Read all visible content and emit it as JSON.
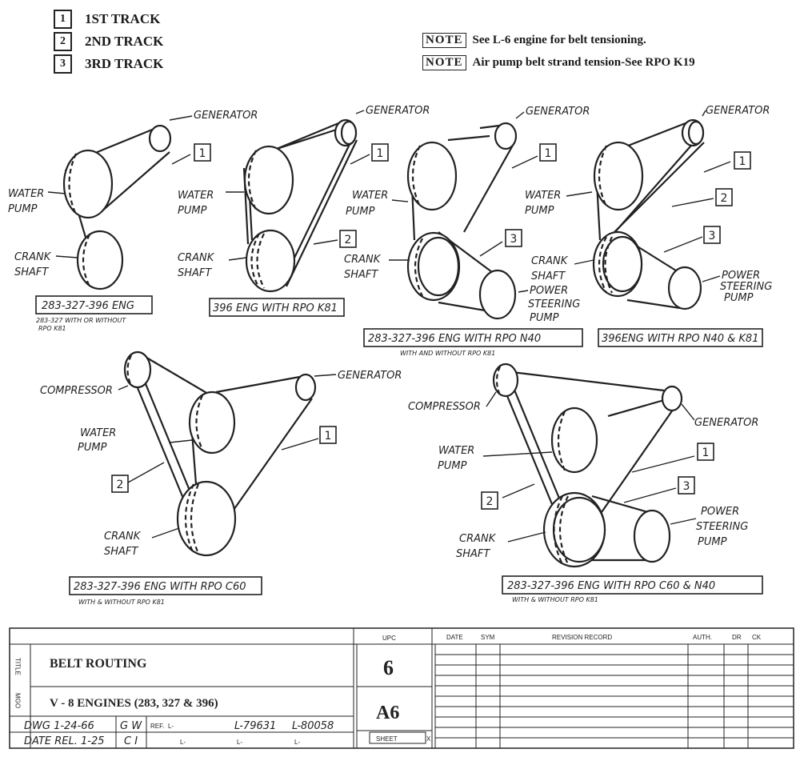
{
  "legend": [
    {
      "num": "1",
      "label": "1ST TRACK"
    },
    {
      "num": "2",
      "label": "2ND TRACK"
    },
    {
      "num": "3",
      "label": "3RD TRACK"
    }
  ],
  "notes": [
    {
      "tag": "NOTE",
      "text": "See L-6 engine for belt tensioning."
    },
    {
      "tag": "NOTE",
      "text": "Air pump belt strand tension-See  RPO K19"
    }
  ],
  "labels": {
    "generator": "GENERATOR",
    "water": "WATER",
    "pump": "PUMP",
    "crank": "CRANK",
    "shaft": "SHAFT",
    "power": "POWER",
    "steering": "STEERING",
    "compressor": "COMPRESSOR",
    "t1": "1",
    "t2": "2",
    "t3": "3"
  },
  "captions": [
    {
      "title": "283-327-396 ENG",
      "sub1": "283-327 WITH OR WITHOUT",
      "sub2": "RPO K81"
    },
    {
      "title": "396 ENG WITH RPO K81"
    },
    {
      "title": "283-327-396 ENG WITH RPO N40",
      "sub1": "WITH AND WITHOUT RPO K81"
    },
    {
      "title": "396ENG WITH RPO N40 & K81"
    },
    {
      "title": "283-327-396 ENG WITH RPO C60",
      "sub1": "WITH & WITHOUT  RPO K81"
    },
    {
      "title": "283-327-396 ENG WITH RPO C60 & N40",
      "sub1": "WITH & WITHOUT RPO K81"
    }
  ],
  "titleblock": {
    "title_side": "TITLE",
    "mgo_side": "MGO",
    "title": "BELT ROUTING",
    "model": "V - 8  ENGINES (283,  327  &  396)",
    "upc_label": "UPC",
    "upc": "6",
    "sheet_code": "A6",
    "sheet_label": "SHEET",
    "sheet_mark": "X",
    "headers": {
      "date": "DATE",
      "sym": "SYM",
      "revision": "REVISION  RECORD",
      "auth": "AUTH.",
      "dr": "DR",
      "ck": "CK"
    },
    "dwg": "DWG 1-24-66",
    "dwg_by": "G W",
    "date_rel": "DATE REL. 1-25",
    "date_by": "C I",
    "ref": "REF.",
    "ref1": "L-",
    "ref2": "L-79631",
    "ref3": "L-80058",
    "ref4": "L-",
    "ref5": "L-",
    "ref6": "L-"
  }
}
